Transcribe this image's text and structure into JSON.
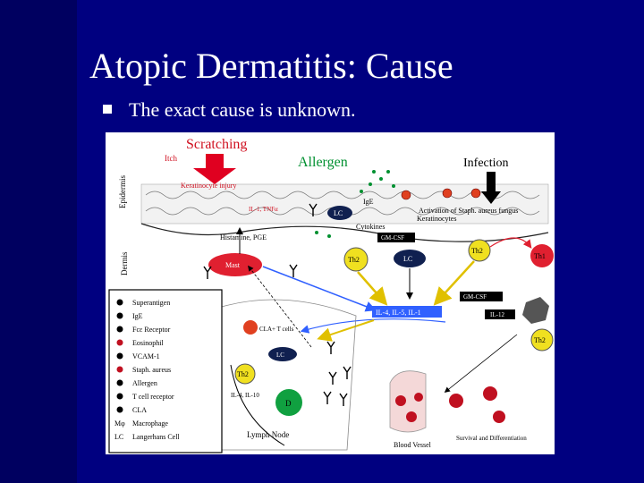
{
  "slide": {
    "title": "Atopic Dermatitis: Cause",
    "bullets": [
      "The exact cause is unknown."
    ]
  },
  "figure": {
    "labels": {
      "scratching": "Scratching",
      "itch": "Itch",
      "allergen": "Allergen",
      "infection": "Infection",
      "epidermis": "Epidermis",
      "dermis": "Dermis",
      "keratinocyte_injury": "Keratinocyte injury",
      "il1_tnfa": "IL-1, TNFα",
      "ige": "IgE",
      "lc": "LC",
      "activation": "Activation of Staph. aureus fungus",
      "keratinocytes": "Keratinocytes",
      "cytokines": "Cytokines",
      "gm_csf": "GM-CSF",
      "histamine": "Histamine, PGE",
      "th2": "Th2",
      "th1": "Th1",
      "mast": "Mast",
      "cytokines_row": "IL-4, IL-5, IL-1",
      "il12": "IL-12",
      "cla_t_cells": "CLA+ T cells",
      "il_list": "IL-4, IL-10",
      "d": "D",
      "lymph_node": "Lymph Node",
      "blood_vessel": "Blood Vessel",
      "survival": "Survival and Differentiation"
    },
    "legend": [
      {
        "icon": "superantigen-icon",
        "label": "Superantigen"
      },
      {
        "icon": "ige-icon",
        "label": "IgE"
      },
      {
        "icon": "fc-receptor-icon",
        "label": "Fcε Receptor"
      },
      {
        "icon": "eosinophil-icon",
        "label": "Eosinophil"
      },
      {
        "icon": "vcam-icon",
        "label": "VCAM-1"
      },
      {
        "icon": "staph-icon",
        "label": "Staph. aureus"
      },
      {
        "icon": "allergen-icon",
        "label": "Allergen"
      },
      {
        "icon": "t-cell-receptor-icon",
        "label": "T cell receptor"
      },
      {
        "icon": "cla-icon",
        "label": "CLA"
      },
      {
        "symbol": "Mφ",
        "label": "Macrophage"
      },
      {
        "symbol": "LC",
        "label": "Langerhans Cell"
      }
    ],
    "colors": {
      "scratch_arrow": "#e00020",
      "allergen_text": "#009030",
      "th2_cell": "#f0e020",
      "mast_cell": "#e02030",
      "lc_cell": "#102050",
      "d_cell": "#10a040",
      "cytokine_box": "#3060ff",
      "blood_cell": "#c01020"
    }
  }
}
